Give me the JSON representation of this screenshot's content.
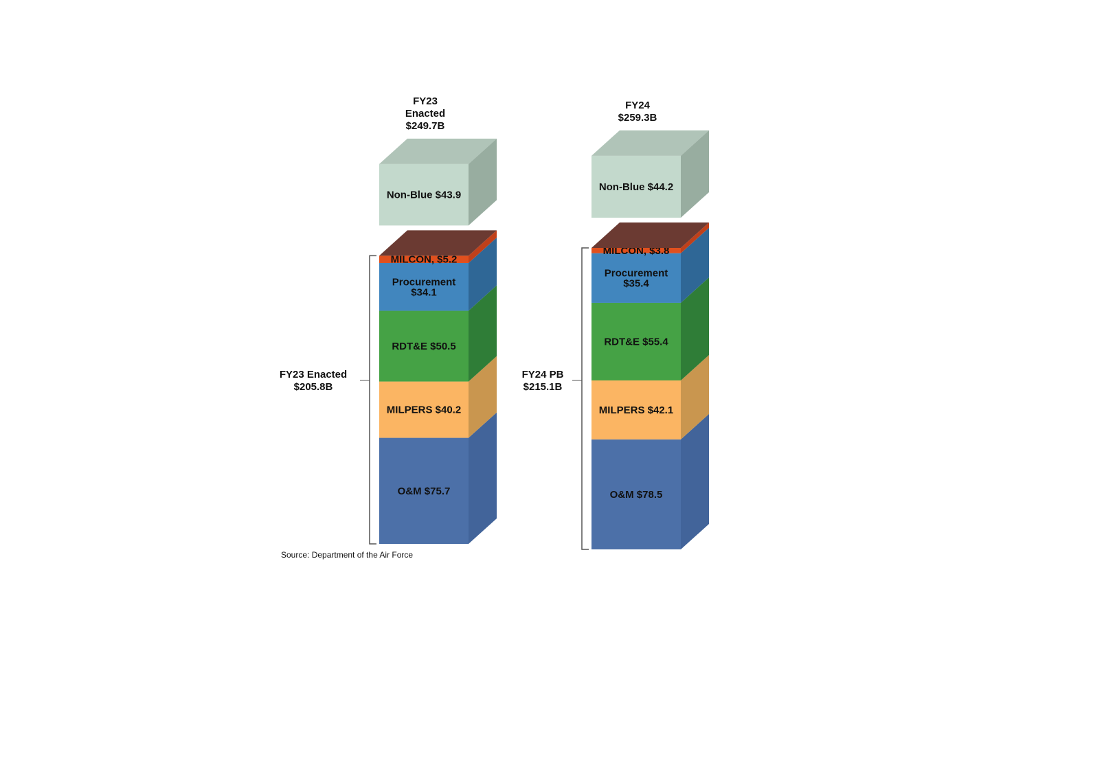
{
  "chart_data": {
    "type": "bar",
    "subtype": "stacked-3d",
    "title": "",
    "units": "$B",
    "source": "Source: Department of the Air Force",
    "categories": [
      "FY23 Enacted",
      "FY24 PB"
    ],
    "columns": [
      {
        "header": [
          "FY23",
          "Enacted",
          "$249.7B"
        ],
        "total": 249.7,
        "blue_total": 205.8,
        "bracket_label": [
          "FY23 Enacted",
          "$205.8B"
        ],
        "segments": [
          {
            "name": "O&M",
            "value": 75.7,
            "label": [
              "O&M $75.7"
            ],
            "color": "#4c70a8",
            "side": "#42649a",
            "text": "#ffffff"
          },
          {
            "name": "MILPERS",
            "value": 40.2,
            "label": [
              "MILPERS $40.2"
            ],
            "color": "#fbb563",
            "side": "#c9964f",
            "text": "#111111"
          },
          {
            "name": "RDT&E",
            "value": 50.5,
            "label": [
              "RDT&E $50.5"
            ],
            "color": "#45a245",
            "side": "#2f7d37",
            "text": "#111111"
          },
          {
            "name": "Procurement",
            "value": 34.1,
            "label": [
              "Procurement",
              "$34.1"
            ],
            "color": "#4186be",
            "side": "#2f6796",
            "text": "#111111"
          },
          {
            "name": "MILCON",
            "value": 5.2,
            "label": [
              "MILCON, $5.2"
            ],
            "color": "#e0501e",
            "side": "#c0401a",
            "text": "#ffffff"
          }
        ],
        "non_blue": {
          "name": "Non-Blue",
          "value": 43.9,
          "label": "Non-Blue $43.9"
        }
      },
      {
        "header": [
          "FY24",
          "$259.3B"
        ],
        "total": 259.3,
        "blue_total": 215.1,
        "bracket_label": [
          "FY24 PB",
          "$215.1B"
        ],
        "segments": [
          {
            "name": "O&M",
            "value": 78.5,
            "label": [
              "O&M $78.5"
            ],
            "color": "#4c70a8",
            "side": "#42649a",
            "text": "#ffffff"
          },
          {
            "name": "MILPERS",
            "value": 42.1,
            "label": [
              "MILPERS $42.1"
            ],
            "color": "#fbb563",
            "side": "#c9964f",
            "text": "#111111"
          },
          {
            "name": "RDT&E",
            "value": 55.4,
            "label": [
              "RDT&E $55.4"
            ],
            "color": "#45a245",
            "side": "#2f7d37",
            "text": "#111111"
          },
          {
            "name": "Procurement",
            "value": 35.4,
            "label": [
              "Procurement",
              "$35.4"
            ],
            "color": "#4186be",
            "side": "#2f6796",
            "text": "#111111"
          },
          {
            "name": "MILCON",
            "value": 3.8,
            "label": [
              "MILCON, $3.8"
            ],
            "color": "#e0501e",
            "side": "#c0401a",
            "text": "#ffffff"
          }
        ],
        "non_blue": {
          "name": "Non-Blue",
          "value": 44.2,
          "label": "Non-Blue $44.2"
        }
      }
    ],
    "colors": {
      "top_face": "#6b3a32",
      "non_blue_front": "#c3d9cc",
      "non_blue_top": "#b0c4b8",
      "non_blue_side": "#98ada0",
      "bracket": "#555555"
    }
  }
}
